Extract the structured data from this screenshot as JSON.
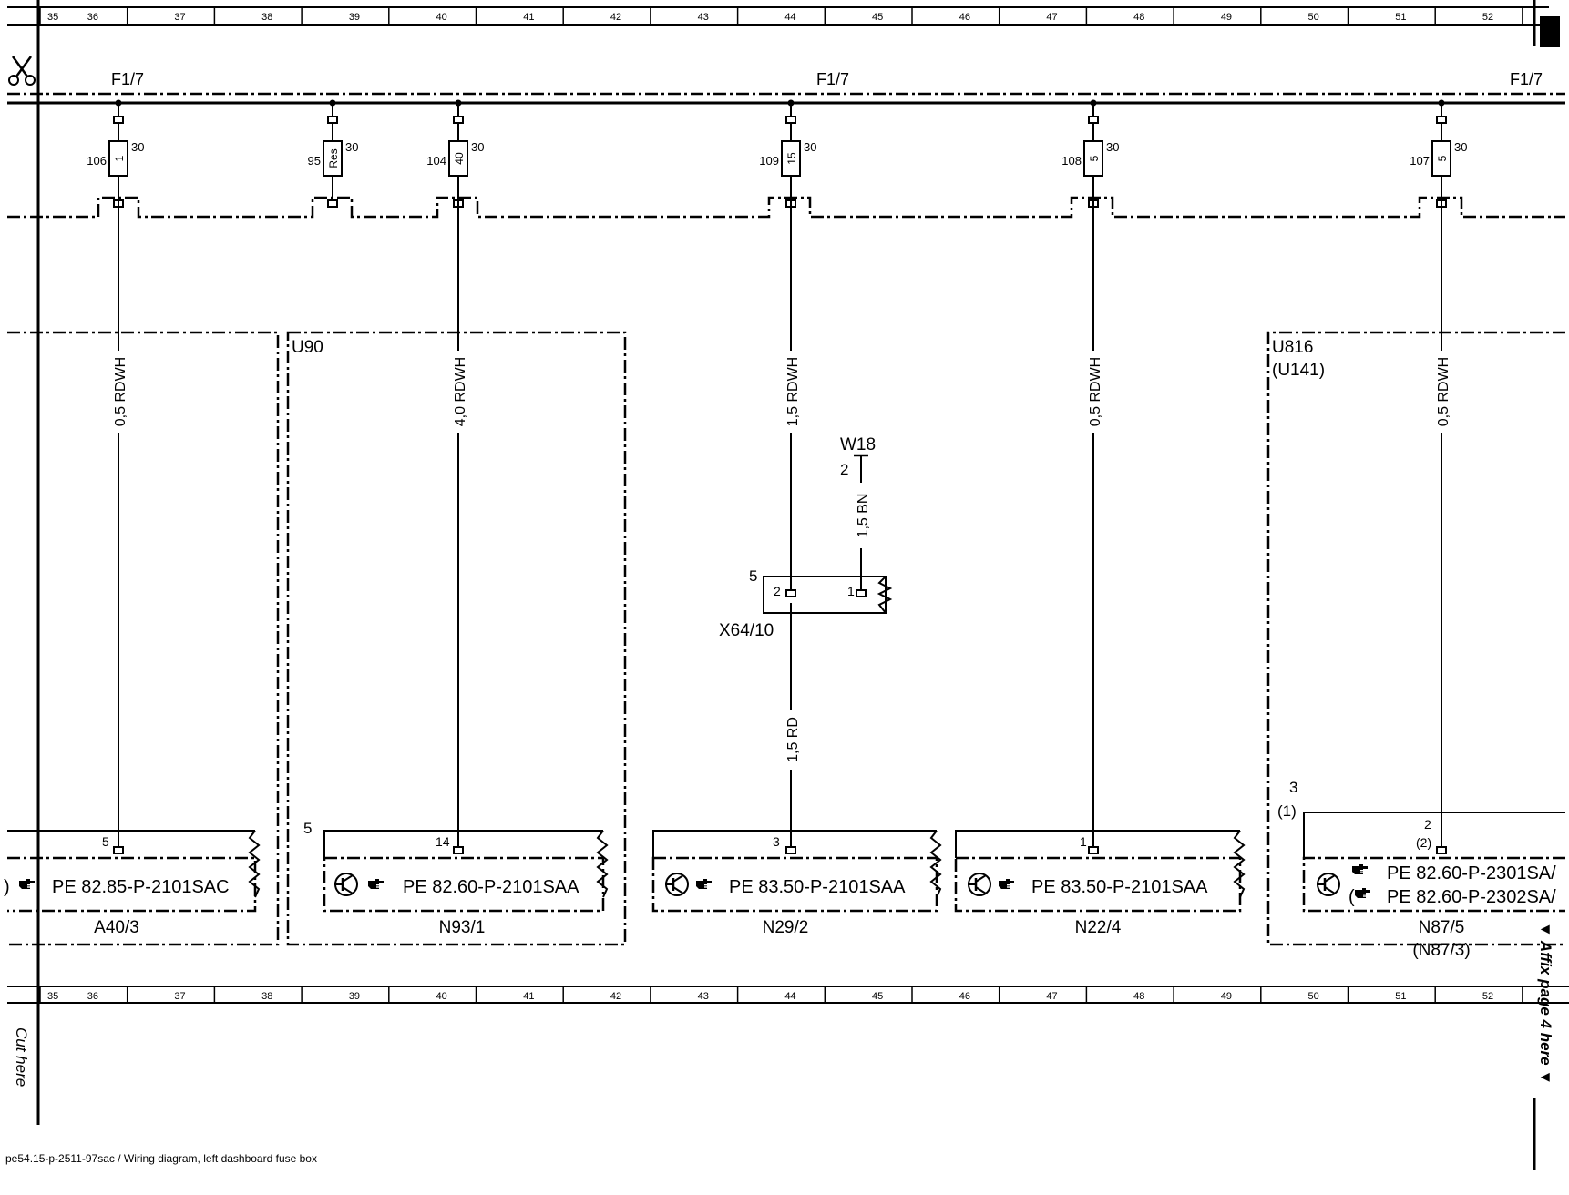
{
  "grid_columns": [
    "35",
    "36",
    "37",
    "38",
    "39",
    "40",
    "41",
    "42",
    "43",
    "44",
    "45",
    "46",
    "47",
    "48",
    "49",
    "50",
    "51",
    "52"
  ],
  "top_rail": {
    "labels": [
      "F1/7",
      "F1/7",
      "F1/7"
    ]
  },
  "fuse_pin_label": "30",
  "fuses": [
    {
      "id": "106",
      "value": "1"
    },
    {
      "id": "95",
      "value": "Res"
    },
    {
      "id": "104",
      "value": "40"
    },
    {
      "id": "109",
      "value": "15"
    },
    {
      "id": "108",
      "value": "5"
    },
    {
      "id": "107",
      "value": "5"
    }
  ],
  "wires": [
    "0,5 RDWH",
    "4,0 RDWH",
    "1,5 RDWH",
    "0,5 RDWH",
    "0,5 RDWH"
  ],
  "unit_labels": {
    "u90": "U90",
    "u816": "U816",
    "u141": "(U141)"
  },
  "ground_branch": {
    "ground": "W18",
    "ground_pin": "2",
    "wire": "1,5 BN",
    "connector": "X64/10",
    "connector_pin": "5",
    "pin_a": "2",
    "pin_b": "1",
    "lower_wire": "1,5 RD"
  },
  "components": [
    {
      "name": "A40/3",
      "pin": "5",
      "ref": "PE 82.85-P-2101SAC"
    },
    {
      "name": "N93/1",
      "pin": "14",
      "ref": "PE 82.60-P-2101SAA",
      "outer_pin": "5"
    },
    {
      "name": "N29/2",
      "pin": "3",
      "ref": "PE 83.50-P-2101SAA"
    },
    {
      "name": "N22/4",
      "pin": "1",
      "ref": "PE 83.50-P-2101SAA"
    },
    {
      "name": "N87/5",
      "alt": "(N87/3)",
      "pin": "2",
      "pin_alt": "(2)",
      "outer_pin": "3",
      "outer_pin_alt": "(1)",
      "refs": [
        "PE 82.60-P-2301SA/",
        "PE 82.60-P-2302SA/"
      ]
    }
  ],
  "side_labels": {
    "cut_here": "Cut here",
    "affix": "▼ Affix page 4 here ▼"
  },
  "footer": "pe54.15-p-2511-97sac / Wiring diagram, left dashboard fuse box"
}
